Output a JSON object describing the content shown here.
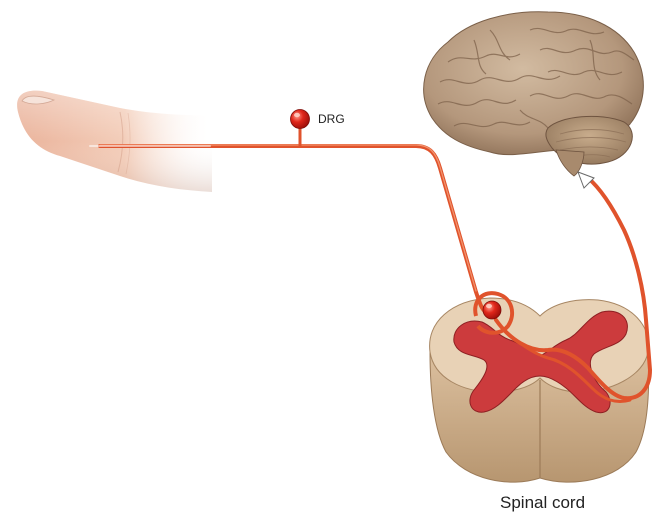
{
  "labels": {
    "drg": "DRG",
    "spinal_cord": "Spinal cord"
  },
  "icons": {
    "finger": "finger-illustration",
    "brain": "brain-illustration",
    "spinal_cord": "spinal-cord-cross-section",
    "neuron": "sensory-neuron-pathway"
  },
  "colors": {
    "neuron": "#e0532c",
    "neuron_highlight": "#f6a27d",
    "ganglion": "#d81c13",
    "skin": "#f0c3ad",
    "white_matter": "#e6cfb2",
    "grey_matter": "#c93a3c",
    "brain": "#b99d81"
  }
}
